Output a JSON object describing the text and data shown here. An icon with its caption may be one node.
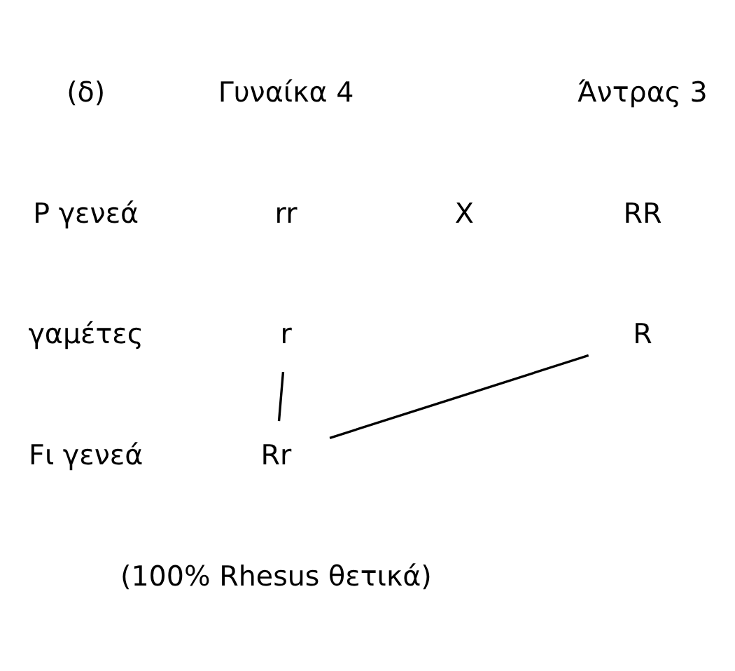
{
  "diagram": {
    "nodes": [
      {
        "text": [
          "r"
        ]
      },
      {
        "text": [
          "R"
        ]
      },
      {
        "text": [
          "Rr"
        ]
      }
    ],
    "edges": [
      {
        "from": 0,
        "to": 2,
        "arrow": "none"
      },
      {
        "from": 1,
        "to": 2,
        "arrow": "none"
      }
    ],
    "labels": [
      "(δ)",
      "Γυναίκα 4",
      "Άντρας 3",
      "P γενεά",
      "rr",
      "X",
      "RR",
      "γαμέτες",
      "Fι γενεά",
      "(100% Rhesus θετικά)"
    ]
  }
}
